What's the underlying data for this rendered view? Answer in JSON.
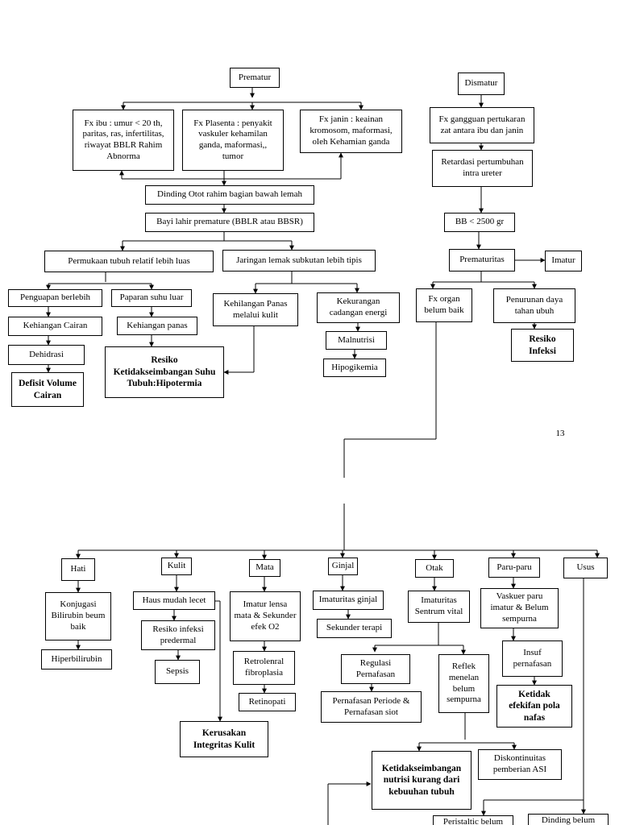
{
  "page_number": "13",
  "nodes": {
    "prematur": "Prematur",
    "dismatur": "Dismatur",
    "fx_ibu": "Fx ibu : umur < 20 th,\nparitas, ras, infertilitas,\nriwayat BBLR Rahim\nAbnorma",
    "fx_plasenta": "Fx Plasenta : penyakit\nvaskuler kehamilan\nganda, maformasi,,\ntumor",
    "fx_janin": "Fx janin : keainan\nkromosom, maformasi,\noleh Kehamian ganda",
    "fx_gangguan": "Fx gangguan pertukaran\nzat antara ibu dan janin",
    "retardasi": "Retardasi pertumbuhan\nintra ureter",
    "dinding_otot": "Dinding Otot rahim bagian bawah lemah",
    "bayi_lahir": "Bayi lahir premature (BBLR atau BBSR)",
    "bb": "BB < 2500 gr",
    "permukaan_tubuh": "Permukaan tubuh relatif lebih luas",
    "jaringan_lemak": "Jaringan lemak subkutan lebih tipis",
    "prematuritas": "Prematuritas",
    "imatur": "Imatur",
    "penguapan": "Penguapan berlebih",
    "paparan": "Paparan suhu luar",
    "kehilangan_panas": "Kehilangan Panas\nmelalui kulit",
    "kekurangan_energi": "Kekurangan\ncadangan energi",
    "fx_organ": "Fx organ\nbelum baik",
    "penurunan_daya": "Penurunan daya\ntahan ubuh",
    "kehiangan_cairan": "Kehiangan Cairan",
    "kehiangan_panas": "Kehiangan panas",
    "malnutrisi": "Malnutrisi",
    "resiko_infeksi": "Resiko\nInfeksi",
    "dehidrasi": "Dehidrasi",
    "resiko_suhu": "Resiko\nKetidakseimbangan Suhu\nTubuh:Hipotermia",
    "hipogikemia": "Hipogikemia",
    "defisit_volume": "Defisit Volume\nCairan",
    "hati": "Hati",
    "kulit": "Kulit",
    "mata": "Mata",
    "ginjal": "Ginjal",
    "otak": "Otak",
    "paru": "Paru-paru",
    "usus": "Usus",
    "konjugasi": "Konjugasi\nBilirubin beum\nbaik",
    "haus_lecet": "Haus mudah lecet",
    "imatur_lensa": "Imatur lensa\nmata & Sekunder\nefek O2",
    "imaturitas_ginjal": "Imaturitas ginjal",
    "imaturitas_sentrum": "Imaturitas\nSentrum vital",
    "vaskuer_paru": "Vaskuer paru\nimatur & Belum\nsempurna",
    "resiko_infeksi_predermal": "Resiko infeksi\npredermal",
    "sekunder_terapi": "Sekunder terapi",
    "hiperbilirubin": "Hiperbilirubin",
    "retrolenral": "Retrolenral\nfibroplasia",
    "insuf_pernafasan": "Insuf\npernafasan",
    "regulasi": "Regulasi\nPernafasan",
    "reflek": "Reflek\nmenelan\nbelum\nsempurna",
    "sepsis": "Sepsis",
    "retinopati": "Retinopati",
    "pernafasan_periode": "Pernafasan Periode &\nPernafasan siot",
    "ketidak_efektifan": "Ketidak\nefekifan pola\nnafas",
    "kerusakan_kulit": "Kerusakan\nIntegritas Kulit",
    "ketidakseimbangan_nutrisi": "Ketidakseimbangan\nnutrisi kurang dari\nkebuuhan tubuh",
    "diskontinuitas": "Diskontinuitas\npemberian ASI",
    "peristaltic": "Peristaltic belum",
    "dinding_belum": "Dinding belum"
  }
}
